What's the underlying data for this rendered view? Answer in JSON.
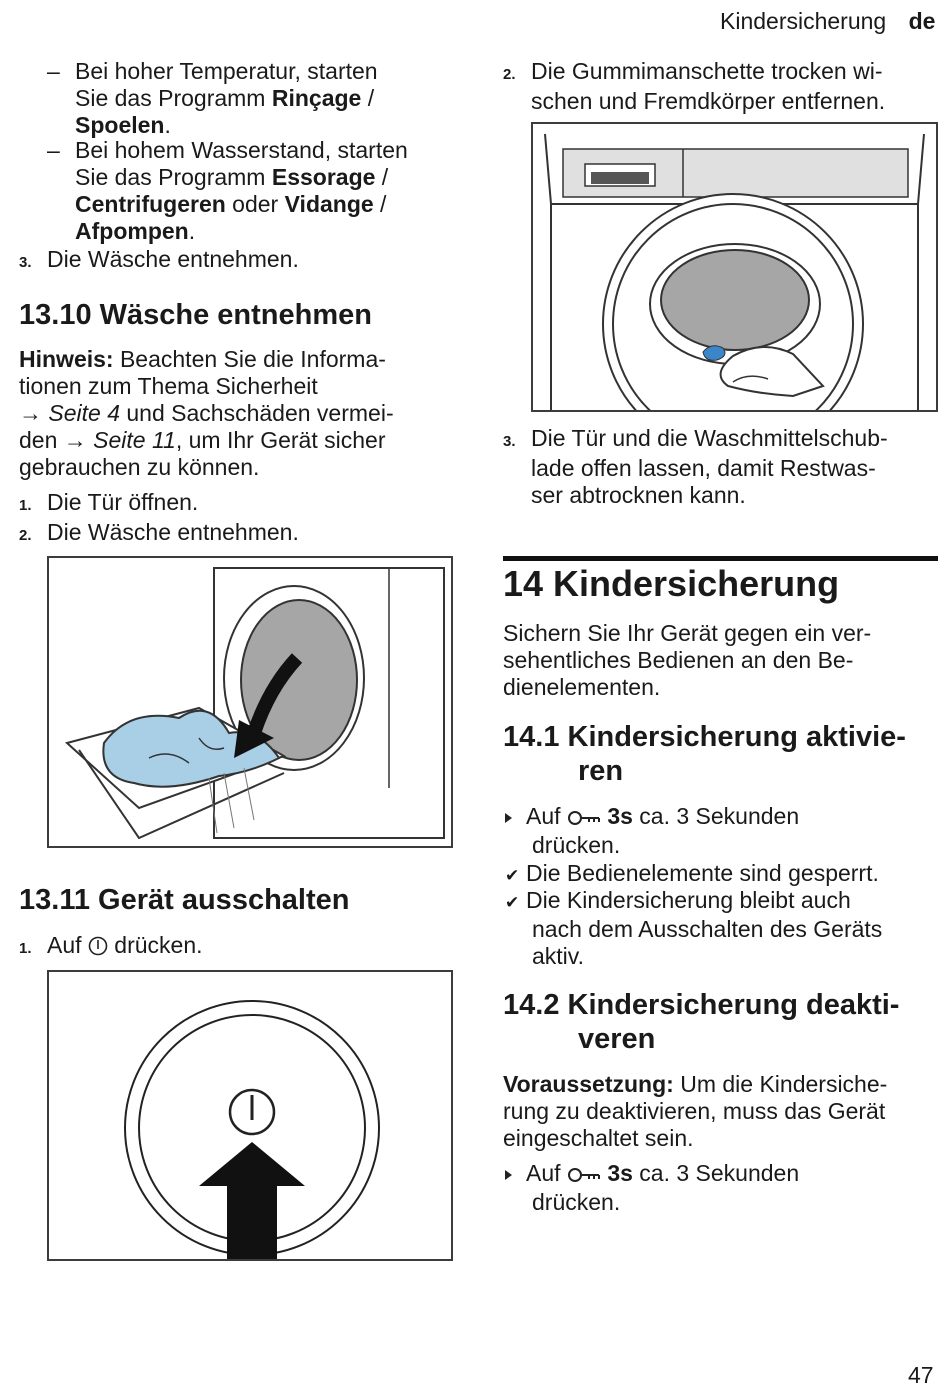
{
  "header": {
    "section": "Kindersicherung",
    "lang": "de"
  },
  "page_number": "47",
  "left": {
    "items": [
      {
        "prefix": "–",
        "parts": [
          "Bei hoher Temperatur, starten",
          "Sie das Programm ",
          "Rinçage",
          " /",
          "Spoelen",
          "."
        ]
      },
      {
        "prefix": "–",
        "parts": [
          "Bei hohem Wasserstand, starten",
          "Sie das Programm ",
          "Essorage",
          " /",
          "Centrifugeren",
          " oder ",
          "Vidange",
          " /",
          "Afpompen",
          "."
        ]
      }
    ],
    "step3": {
      "num": "3.",
      "text": "Die Wäsche entnehmen."
    },
    "sec1310": {
      "title": "13.10  Wäsche entnehmen",
      "note_label": "Hinweis:",
      "note_l1": " Beachten Sie die Informa-",
      "note_l2": "tionen zum Thema Sicherheit",
      "arrow": "→",
      "ref1": "Seite 4",
      "note_l3": " und Sachschäden vermei-",
      "note_l4a": "den ",
      "ref2": "Seite 11",
      "note_l4b": ", um Ihr Gerät sicher",
      "note_l5": "gebrauchen zu können.",
      "steps": [
        {
          "num": "1.",
          "text": "Die Tür öffnen."
        },
        {
          "num": "2.",
          "text": "Die Wäsche entnehmen."
        }
      ]
    },
    "sec1311": {
      "title": "13.11  Gerät ausschalten",
      "step_num": "1.",
      "step_a": "Auf ",
      "step_b": " drücken."
    }
  },
  "right": {
    "step2": {
      "num": "2.",
      "l1": "Die Gummimanschette trocken wi-",
      "l2": "schen und Fremdkörper entfernen."
    },
    "step3": {
      "num": "3.",
      "l1": "Die Tür und die Waschmittelschub-",
      "l2": "lade offen lassen, damit Restwas-",
      "l3": "ser abtrocknen kann."
    },
    "chapter": {
      "title": "14  Kindersicherung",
      "intro_l1": "Sichern Sie Ihr Gerät gegen ein ver-",
      "intro_l2": "sehentliches Bedienen an den Be-",
      "intro_l3": "dienelementen."
    },
    "sec141": {
      "title_l1": "14.1  Kindersicherung aktivie-",
      "title_l2": "ren",
      "action_a": "Auf ",
      "action_key": "3s",
      "action_b": " ca. 3 Sekunden",
      "action_c": "drücken.",
      "results": [
        {
          "l1": "Die Bedienelemente sind gesperrt."
        },
        {
          "l1": "Die Kindersicherung bleibt auch",
          "l2": "nach dem Ausschalten des Geräts",
          "l3": "aktiv."
        }
      ]
    },
    "sec142": {
      "title_l1": "14.2  Kindersicherung deakti-",
      "title_l2": "veren",
      "pre_label": "Voraussetzung:",
      "pre_l1": " Um die Kindersiche-",
      "pre_l2": "rung zu deaktivieren, muss das Gerät",
      "pre_l3": "eingeschaltet sein.",
      "action_a": "Auf ",
      "action_key": "3s",
      "action_b": " ca. 3 Sekunden",
      "action_c": "drücken."
    }
  }
}
